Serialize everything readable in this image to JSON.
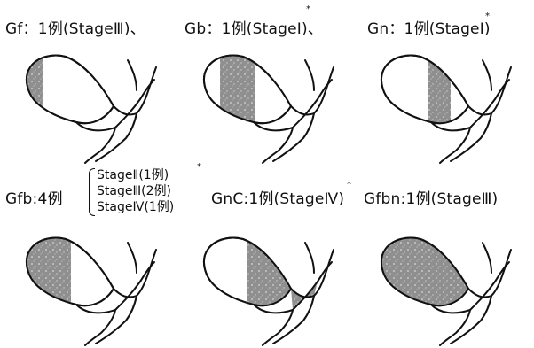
{
  "colors": {
    "shade": "#8a8a8a",
    "speckle": "#d8d8d8",
    "line": "#111111"
  },
  "row1": {
    "gf": {
      "label": "Gf：1例(StageⅢ)、",
      "asterisk": ""
    },
    "gb": {
      "label": "Gb：1例(StageⅠ)、",
      "asterisk": "*"
    },
    "gn": {
      "label": "Gn：1例(StageⅠ)",
      "asterisk": "*"
    }
  },
  "row2": {
    "gfb": {
      "label": "Gfb:4例",
      "asterisk": "*",
      "stages": [
        "StageⅡ(1例)",
        "StageⅢ(2例)",
        "StageⅣ(1例)"
      ]
    },
    "gnc": {
      "label": "GnC:1例(StageⅣ)",
      "asterisk": "*"
    },
    "gfbn": {
      "label": "Gfbn:1例(StageⅢ)",
      "asterisk": ""
    }
  }
}
